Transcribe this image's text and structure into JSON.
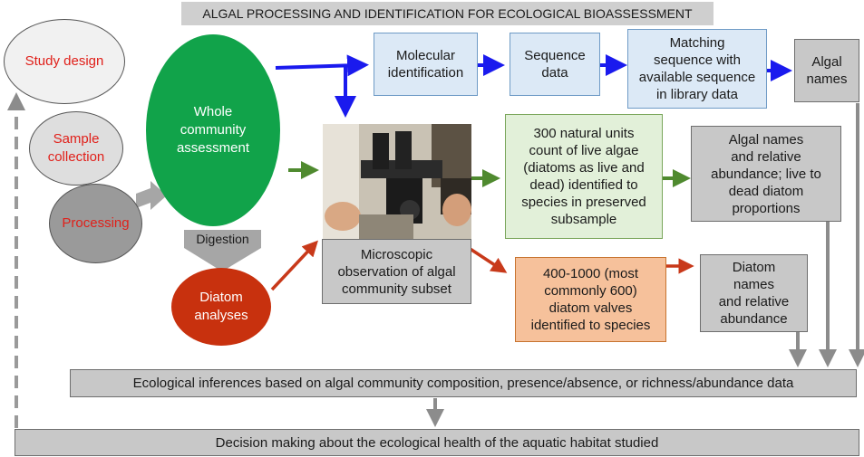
{
  "title": "ALGAL PROCESSING AND IDENTIFICATION FOR ECOLOGICAL BIOASSESSMENT",
  "left_column": {
    "study_design": "Study design",
    "sample_collection": "Sample\ncollection",
    "processing": "Processing"
  },
  "whole_community": "Whole\ncommunity\nassessment",
  "digestion": "Digestion",
  "diatom_analyses": "Diatom\nanalyses",
  "molecular": {
    "identification": "Molecular\nidentification",
    "sequence_data": "Sequence\ndata",
    "matching": "Matching\nsequence with\navailable sequence\nin library data",
    "algal_names": "Algal\nnames"
  },
  "microscopy": {
    "observation": "Microscopic\nobservation of algal\ncommunity subset",
    "natural_units": "300 natural units\ncount of live algae\n(diatoms as live and\ndead) identified to\nspecies in preserved\nsubsample",
    "algal_relative": "Algal names\nand relative\nabundance; live to\ndead diatom\nproportions",
    "diatom_valves": "400-1000 (most\ncommonly 600)\ndiatom valves\nidentified to species",
    "diatom_names": "Diatom\nnames\nand relative\nabundance"
  },
  "inferences": "Ecological inferences based on algal community composition, presence/absence, or richness/abundance data",
  "decision": "Decision making about the ecological health of the aquatic habitat studied",
  "colors": {
    "blue_arrow": "#1a1aee",
    "green_arrow": "#4f8a2f",
    "red_arrow": "#c8391a",
    "gray_arrow": "#8c8c8c",
    "green_ellipse": "#11a34a",
    "red_ellipse": "#c8310e",
    "red_text": "#e0201a"
  }
}
